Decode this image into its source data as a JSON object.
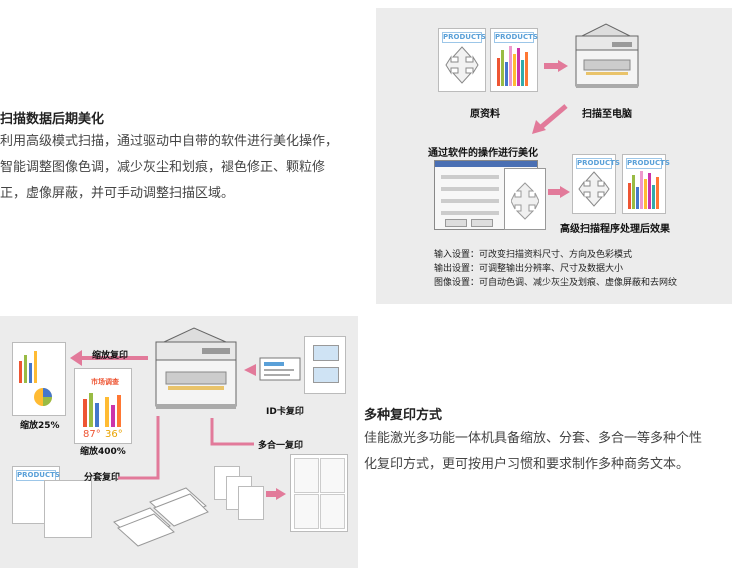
{
  "scan": {
    "heading": "扫描数据后期美化",
    "desc_lines": [
      "利用高级模式扫描，通过驱动中自带的软件进行美化操作，",
      "智能调整图像色调，减少灰尘和划痕，褪色修正、颗粒修",
      "正，虚像屏蔽，并可手动调整扫描区域。"
    ],
    "diagram": {
      "tag": "PRODUCTS",
      "original_label": "原资料",
      "scan_to_pc_label": "扫描至电脑",
      "software_label": "通过软件的操作进行美化",
      "result_label": "高级扫描程序处理后效果",
      "notes": [
        "输入设置：可改变扫描资料尺寸、方向及色彩模式",
        "输出设置：可调整输出分辨率、尺寸及数据大小",
        "图像设置：可自动色调、减少灰尘及划痕、虚像屏蔽和去网纹"
      ]
    }
  },
  "copy": {
    "heading": "多种复印方式",
    "desc_lines": [
      "佳能激光多功能一体机具备缩放、分套、多合一等多种个性",
      "化复印方式，更可按用户习惯和要求制作多种商务文本。"
    ],
    "diagram": {
      "zoom_label": "缩放复印",
      "reduce_label": "缩放25%",
      "enlarge_label": "缩放400%",
      "market_label": "市场调查",
      "pct_a": "87",
      "pct_b": "36",
      "id_label": "ID卡复印",
      "nup_label": "多合一复印",
      "collate_label": "分套复印",
      "tag": "PRODUCTS"
    }
  }
}
